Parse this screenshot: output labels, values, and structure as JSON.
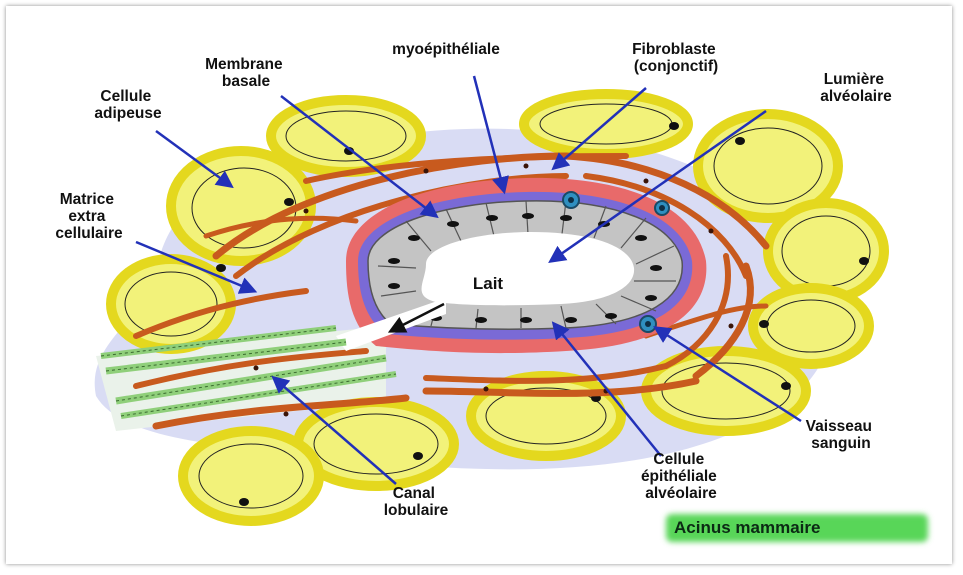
{
  "labels": {
    "membrane_basale": [
      "Membrane",
      "basale"
    ],
    "cellule_myoepitheliale": [
      "myoépithéliale"
    ],
    "fibroblaste": [
      "Fibroblaste",
      "(conjonctif)"
    ],
    "lumiere_alveolaire": [
      "Lumière",
      "alvéolaire"
    ],
    "cellule_adipeuse": [
      "Cellule",
      "adipeuse"
    ],
    "matrice_extra_cellulaire": [
      "Matrice",
      "extra",
      "cellulaire"
    ],
    "lait": "Lait",
    "vaisseau_sanguin": [
      "Vaisseau",
      "sanguin"
    ],
    "cellule_epitheliale_alveolaire": [
      "Cellule",
      "épithéliale",
      "alvéolaire"
    ],
    "canal_lobulaire": [
      "Canal",
      "lobulaire"
    ],
    "title": "Acinus mammaire"
  },
  "colors": {
    "arrow": "#2231b8",
    "fat": "#f2f27a",
    "fat_border": "#e4d81e",
    "muscle": "#c85a1e",
    "myo_layer": "#e86a6a",
    "epithelium": "#c4c4c4",
    "stroma": "#d9dcf4",
    "title_glow": "#58d658"
  }
}
